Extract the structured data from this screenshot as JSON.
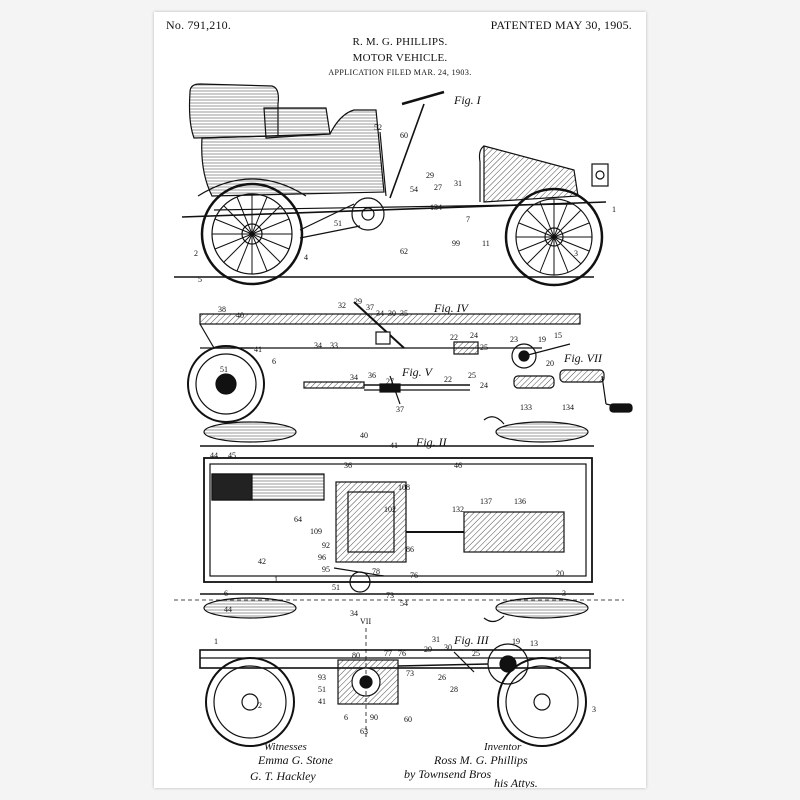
{
  "header": {
    "patent_number": "No. 791,210.",
    "patent_date": "PATENTED MAY 30, 1905.",
    "inventor_name": "R. M. G. PHILLIPS.",
    "title": "MOTOR VEHICLE.",
    "application": "APPLICATION FILED MAR. 24, 1903."
  },
  "figures": {
    "fig1": "Fig. I",
    "fig2": "Fig. II",
    "fig3": "Fig. III",
    "fig4": "Fig. IV",
    "fig5": "Fig. V",
    "fig7": "Fig. VII"
  },
  "signatures": {
    "witnesses_label": "Witnesses",
    "witness_1": "Emma G. Stone",
    "witness_2": "G. T. Hackley",
    "inventor_label": "Inventor",
    "inventor_sig": "Ross M. G. Phillips",
    "attorney_sig": "by Townsend Bros",
    "attorney_note": "his Attys."
  },
  "reference_numerals": {
    "fig1": [
      "52",
      "60",
      "29",
      "27",
      "31",
      "54",
      "134",
      "1",
      "3",
      "7",
      "99",
      "11",
      "51",
      "62",
      "2",
      "5",
      "4"
    ],
    "fig4": [
      "38",
      "40",
      "32",
      "29",
      "37",
      "34",
      "30",
      "35",
      "34",
      "33",
      "22",
      "24",
      "25",
      "23",
      "19",
      "15",
      "20",
      "41",
      "6",
      "51"
    ],
    "fig5": [
      "34",
      "36",
      "27",
      "22",
      "25",
      "24",
      "37"
    ],
    "fig7": [
      "133",
      "134"
    ],
    "fig2": [
      "44",
      "45",
      "40",
      "36",
      "41",
      "46",
      "108",
      "102",
      "137",
      "136",
      "132",
      "64",
      "109",
      "42",
      "92",
      "96",
      "95",
      "86",
      "78",
      "76",
      "20",
      "51",
      "54",
      "44",
      "34",
      "3",
      "1",
      "6",
      "73"
    ],
    "fig3": [
      "VII",
      "80",
      "77",
      "76",
      "73",
      "31",
      "29",
      "30",
      "25",
      "19",
      "13",
      "12",
      "93",
      "51",
      "41",
      "6",
      "90",
      "63",
      "60",
      "2",
      "26",
      "28",
      "3",
      "1"
    ]
  },
  "colors": {
    "ink": "#111111",
    "paper": "#ffffff",
    "mat": "#f4f4f4"
  }
}
